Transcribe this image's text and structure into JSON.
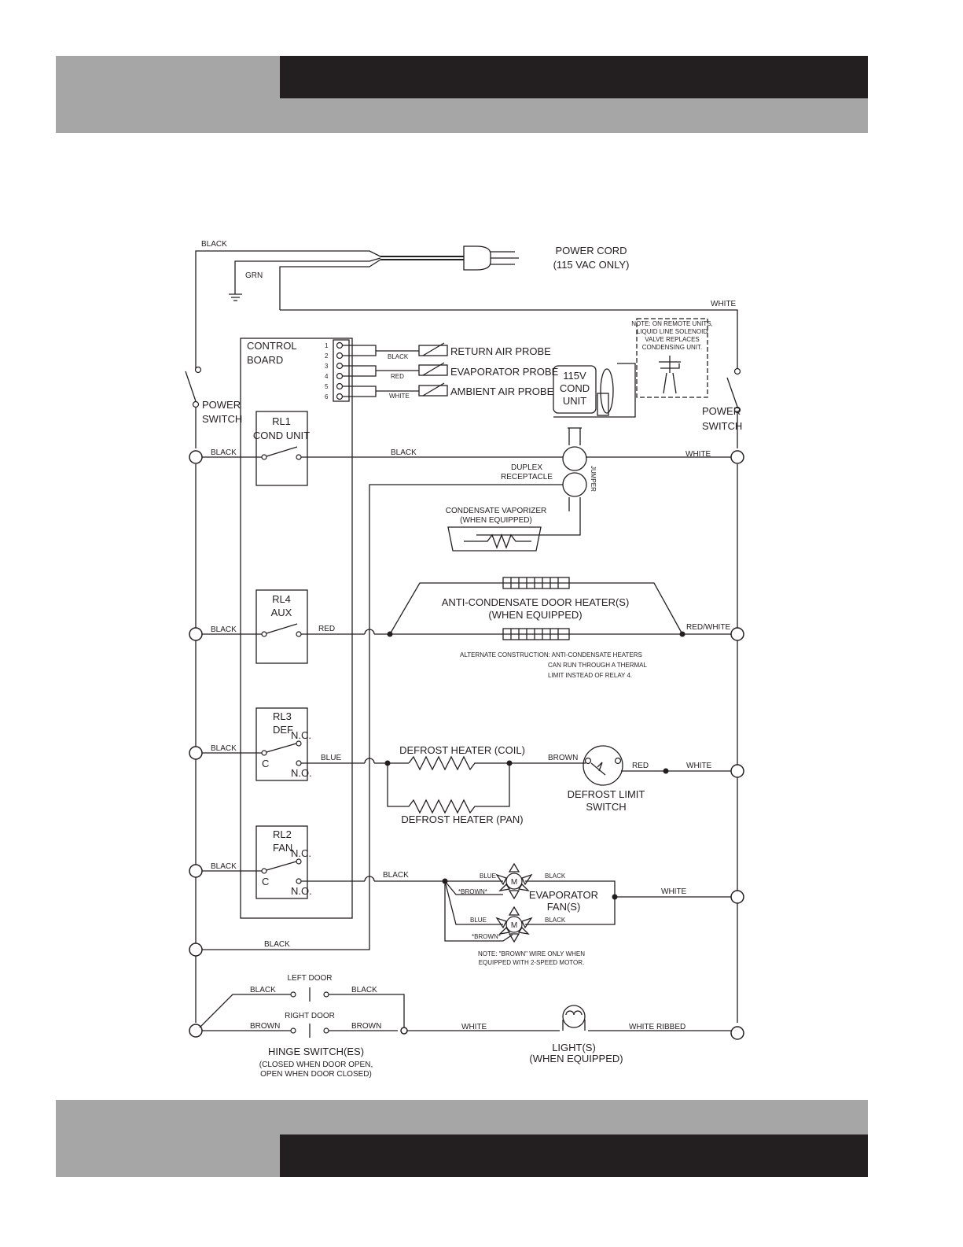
{
  "power_cord": {
    "title": "POWER CORD",
    "sub": "(115 VAC ONLY)"
  },
  "wires": {
    "black": "BLACK",
    "grn": "GRN",
    "white": "WHITE",
    "red": "RED",
    "blue": "BLUE",
    "brown": "BROWN",
    "brown_starred": "*BROWN*",
    "red_white": "RED/WHITE",
    "white_ribbed": "WHITE RIBBED"
  },
  "control_board": {
    "line1": "CONTROL",
    "line2": "BOARD",
    "pins": [
      "1",
      "2",
      "3",
      "4",
      "5",
      "6"
    ]
  },
  "probes": {
    "return": "RETURN AIR PROBE",
    "evap": "EVAPORATOR PROBE",
    "ambient": "AMBIENT AIR PROBE"
  },
  "cond_unit": {
    "l1": "115V",
    "l2": "COND",
    "l3": "UNIT"
  },
  "remote_note": [
    "NOTE: ON REMOTE UNITS,",
    "LIQUID LINE SOLENOID",
    "VALVE REPLACES",
    "CONDENSING UNIT."
  ],
  "power_switch": {
    "l1": "POWER",
    "l2": "SWITCH"
  },
  "relays": {
    "rl1": {
      "name": "RL1",
      "func": "COND UNIT"
    },
    "rl4": {
      "name": "RL4",
      "func": "AUX"
    },
    "rl3": {
      "name": "RL3",
      "func": "DEF"
    },
    "rl2": {
      "name": "RL2",
      "func": "FAN"
    },
    "nc": "N.C.",
    "no": "N.O.",
    "c": "C"
  },
  "duplex": {
    "l1": "DUPLEX",
    "l2": "RECEPTACLE",
    "jumper": "JUMPER"
  },
  "vaporizer": {
    "l1": "CONDENSATE VAPORIZER",
    "l2": "(WHEN EQUIPPED)"
  },
  "anti_heater": {
    "l1": "ANTI-CONDENSATE DOOR HEATER(S)",
    "l2": "(WHEN EQUIPPED)"
  },
  "alt_note": {
    "l1": "ALTERNATE CONSTRUCTION: ANTI-CONDENSATE HEATERS",
    "l2": "CAN RUN THROUGH A THERMAL",
    "l3": "LIMIT INSTEAD OF RELAY 4."
  },
  "defrost": {
    "coil": "DEFROST HEATER (COIL)",
    "pan": "DEFROST HEATER (PAN)",
    "limit1": "DEFROST LIMIT",
    "limit2": "SWITCH"
  },
  "evap_fan": {
    "l1": "EVAPORATOR",
    "l2": "FAN(S)",
    "motor": "M"
  },
  "brown_note": {
    "l1": "NOTE: \"BROWN\" WIRE ONLY WHEN",
    "l2": "EQUIPPED WITH 2-SPEED MOTOR."
  },
  "doors": {
    "left": "LEFT DOOR",
    "right": "RIGHT DOOR"
  },
  "hinge": {
    "l1": "HINGE SWITCH(ES)",
    "l2": "(CLOSED WHEN DOOR OPEN,",
    "l3": "OPEN WHEN DOOR CLOSED)"
  },
  "light": {
    "l1": "LIGHT(S)",
    "l2": "(WHEN EQUIPPED)"
  }
}
